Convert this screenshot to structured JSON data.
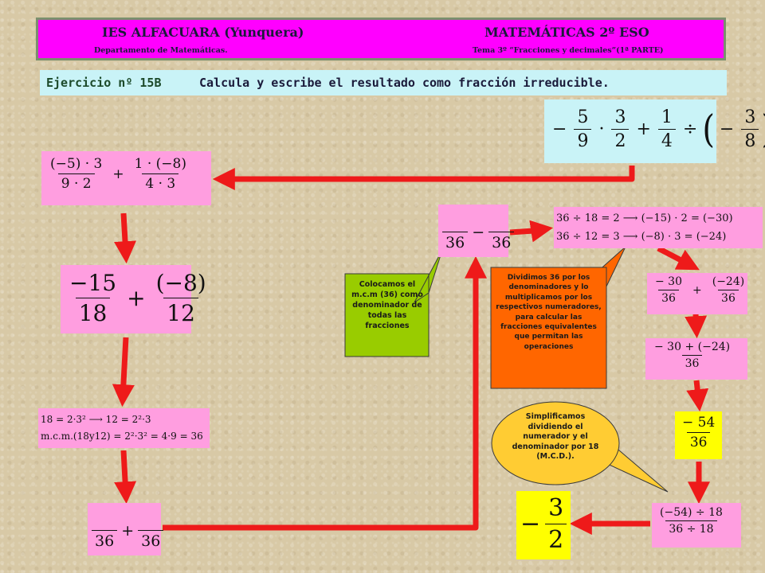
{
  "header": {
    "school": "IES ALFACUARA (Yunquera)",
    "subject": "MATEMÁTICAS 2º ESO",
    "department": "Departamento de Matemáticas.",
    "topic": "Tema 3º “Fracciones y decimales”(1ª PARTE)"
  },
  "exercise": {
    "label": "Ejercicio nº 15B",
    "text": "Calcula y escribe el resultado como fracción irreducible."
  },
  "steps": {
    "s0": {
      "sign1": "−",
      "n1": "5",
      "d1": "9",
      "dot": "·",
      "n2": "3",
      "d2": "2",
      "plus": "+",
      "n3": "1",
      "d3": "4",
      "div": "÷",
      "lp": "(",
      "sign2": "−",
      "n4": "3",
      "d4": "8",
      "rp": ")"
    },
    "s1": {
      "n1": "(−5) · 3",
      "d1": "9 · 2",
      "plus": "+",
      "n2": "1 · (−8)",
      "d2": "4 · 3"
    },
    "s2": {
      "n1": "−15",
      "d1": "18",
      "plus": "+",
      "n2": "(−8)",
      "d2": "12"
    },
    "s3": {
      "line1": "18 = 2·3² ⟶ 12 = 2²·3",
      "line2": "m.c.m.(18y12) = 2²·3² = 4·9 = 36"
    },
    "s4": {
      "n1": "",
      "d1": "36",
      "plus": "+",
      "n2": "",
      "d2": "36"
    },
    "s5": {
      "n1": "",
      "d1": "36",
      "minus": "−",
      "n2": "",
      "d2": "36"
    },
    "s6": {
      "line1": "36 ÷ 18 = 2 ⟶ (−15) · 2 = (−30)",
      "line2": "36 ÷ 12 = 3 ⟶ (−8) · 3 = (−24)"
    },
    "s7": {
      "n1": "− 30",
      "d1": "36",
      "plus": "+",
      "n2": "(−24)",
      "d2": "36"
    },
    "s8": {
      "n": "− 30 + (−24)",
      "d": "36"
    },
    "s9": {
      "n": "− 54",
      "d": "36"
    },
    "s10": {
      "n": "(−54) ÷ 18",
      "d": "36 ÷ 18"
    },
    "s11": {
      "sign": "−",
      "n": "3",
      "d": "2"
    }
  },
  "callouts": {
    "green": "Colocamos el m.c.m (36) como denominador de todas las fracciones",
    "orange": "Dividimos 36 por los denominadores y lo multiplicamos por los respectivos numeradores, para calcular las fracciones equivalentes que permitan las operaciones",
    "yellow": "Simplificamos dividiendo el numerador y el denominador por 18 (M.C.D.)."
  },
  "colors": {
    "header_bg": "#ff00ff",
    "exercise_bg": "#c9f3f7",
    "box_pink": "#ff9ee0",
    "box_yellow": "#ffff00",
    "arrow_red": "#ee1a1a",
    "callout_green": "#99cc00",
    "callout_orange": "#ff6600",
    "callout_yellow": "#ffcc33"
  }
}
